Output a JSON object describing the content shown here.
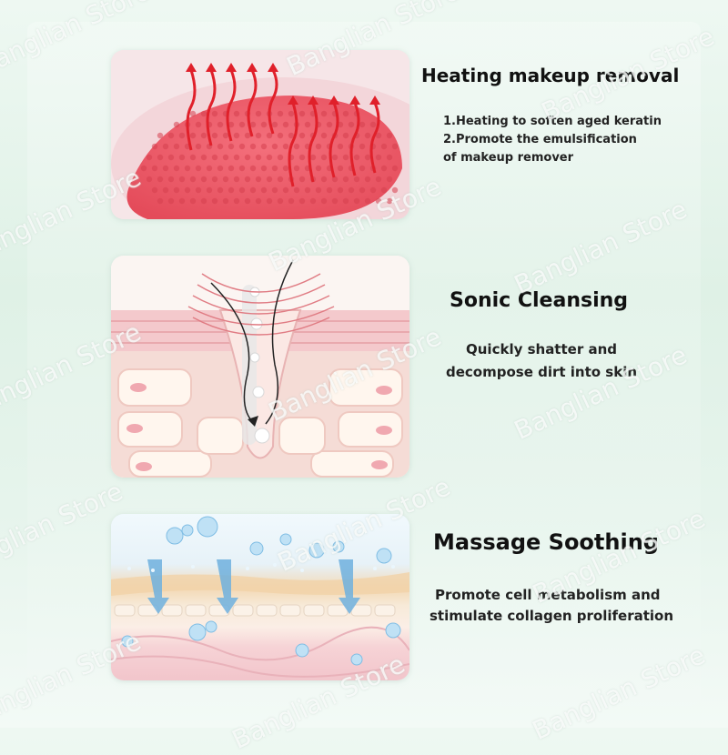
{
  "sections": [
    {
      "title": "Heating makeup removal",
      "lines": [
        "1.Heating to soften aged keratin",
        "2.Promote the emulsification",
        "of makeup remover"
      ]
    },
    {
      "title": "Sonic Cleansing",
      "lines": [
        "Quickly shatter and",
        "decompose dirt into skin"
      ]
    },
    {
      "title": "Massage Soothing",
      "lines": [
        "Promote cell metabolism and",
        "stimulate collagen proliferation"
      ]
    }
  ],
  "watermark": "Banglian Store",
  "colors": {
    "background": "#e3f3ea",
    "brush": "#ee5a68",
    "heat_arrows": "#e0202a",
    "text": "#111111"
  }
}
